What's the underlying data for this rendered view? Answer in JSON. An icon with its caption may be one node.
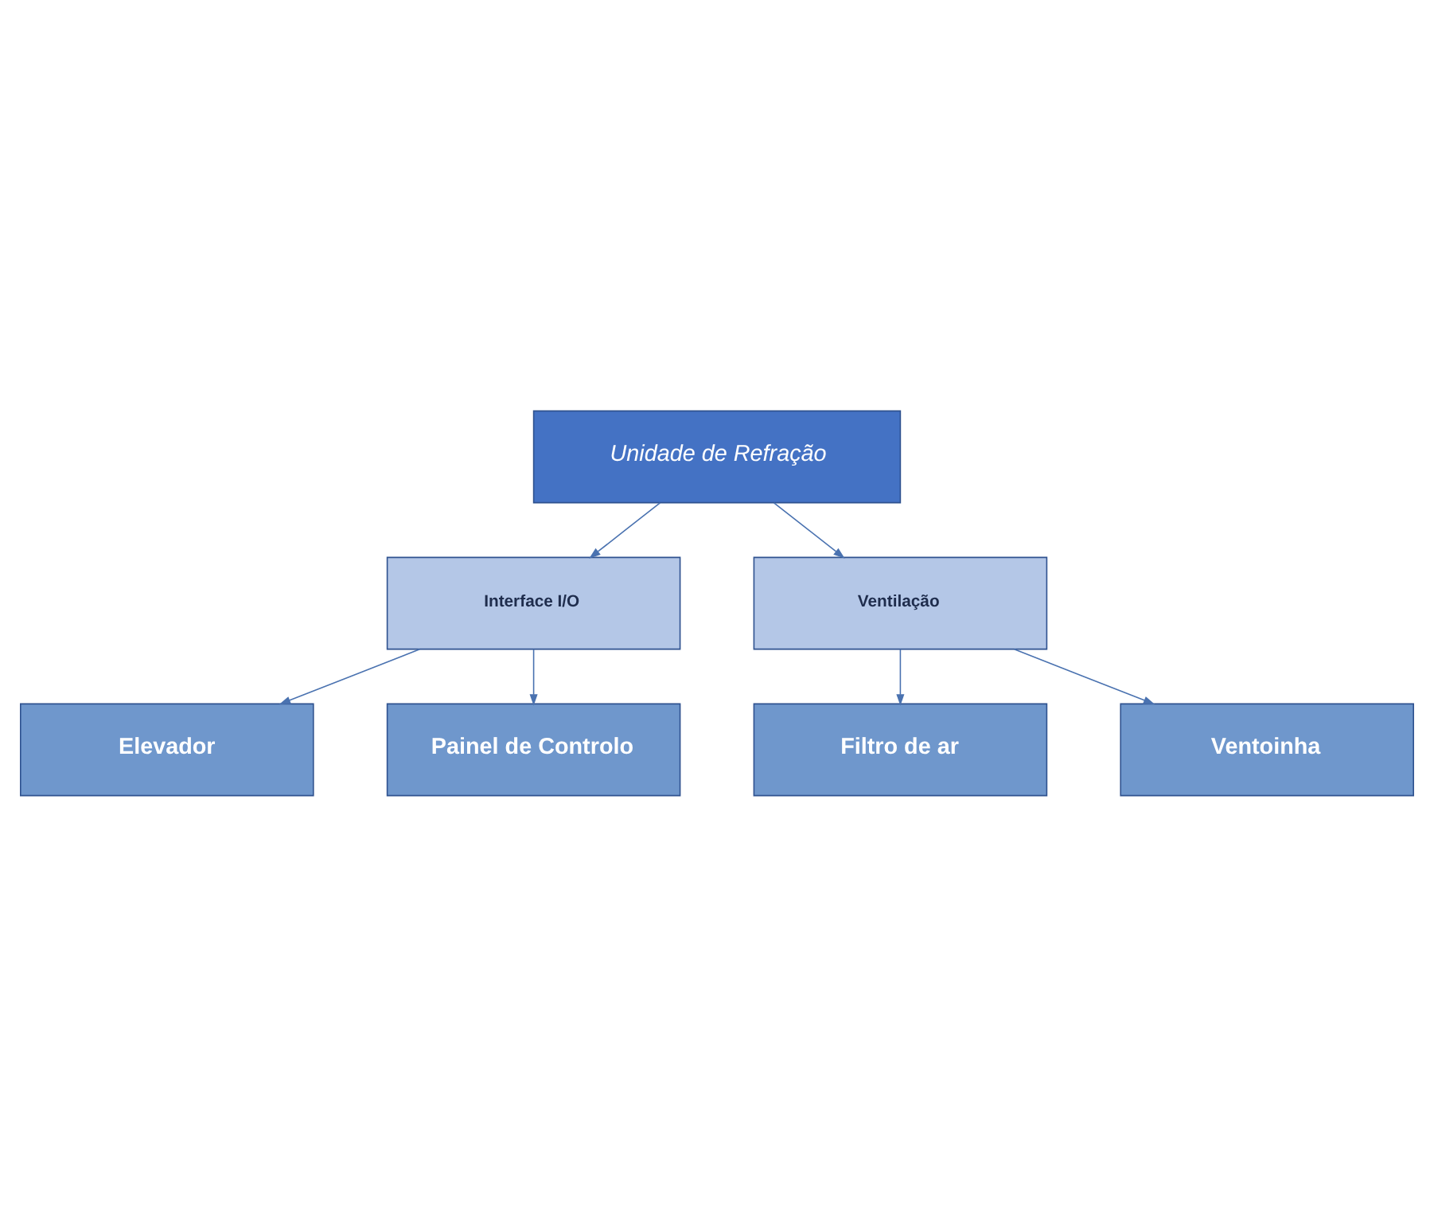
{
  "diagram": {
    "nodes": [
      {
        "text": [
          "Unidade de Refração"
        ]
      },
      {
        "text": [
          "Interface I/O"
        ]
      },
      {
        "text": [
          "Ventilação"
        ]
      },
      {
        "text": [
          "Elevador"
        ]
      },
      {
        "text": [
          "Painel de Controlo"
        ]
      },
      {
        "text": [
          "Filtro de ar"
        ]
      },
      {
        "text": [
          "Ventoinha"
        ]
      }
    ],
    "edges": [
      {
        "from": 0,
        "to": 1,
        "arrow": "to"
      },
      {
        "from": 0,
        "to": 2,
        "arrow": "to"
      },
      {
        "from": 1,
        "to": 3,
        "arrow": "to"
      },
      {
        "from": 1,
        "to": 4,
        "arrow": "to"
      },
      {
        "from": 2,
        "to": 5,
        "arrow": "to"
      },
      {
        "from": 2,
        "to": 6,
        "arrow": "to"
      }
    ]
  }
}
